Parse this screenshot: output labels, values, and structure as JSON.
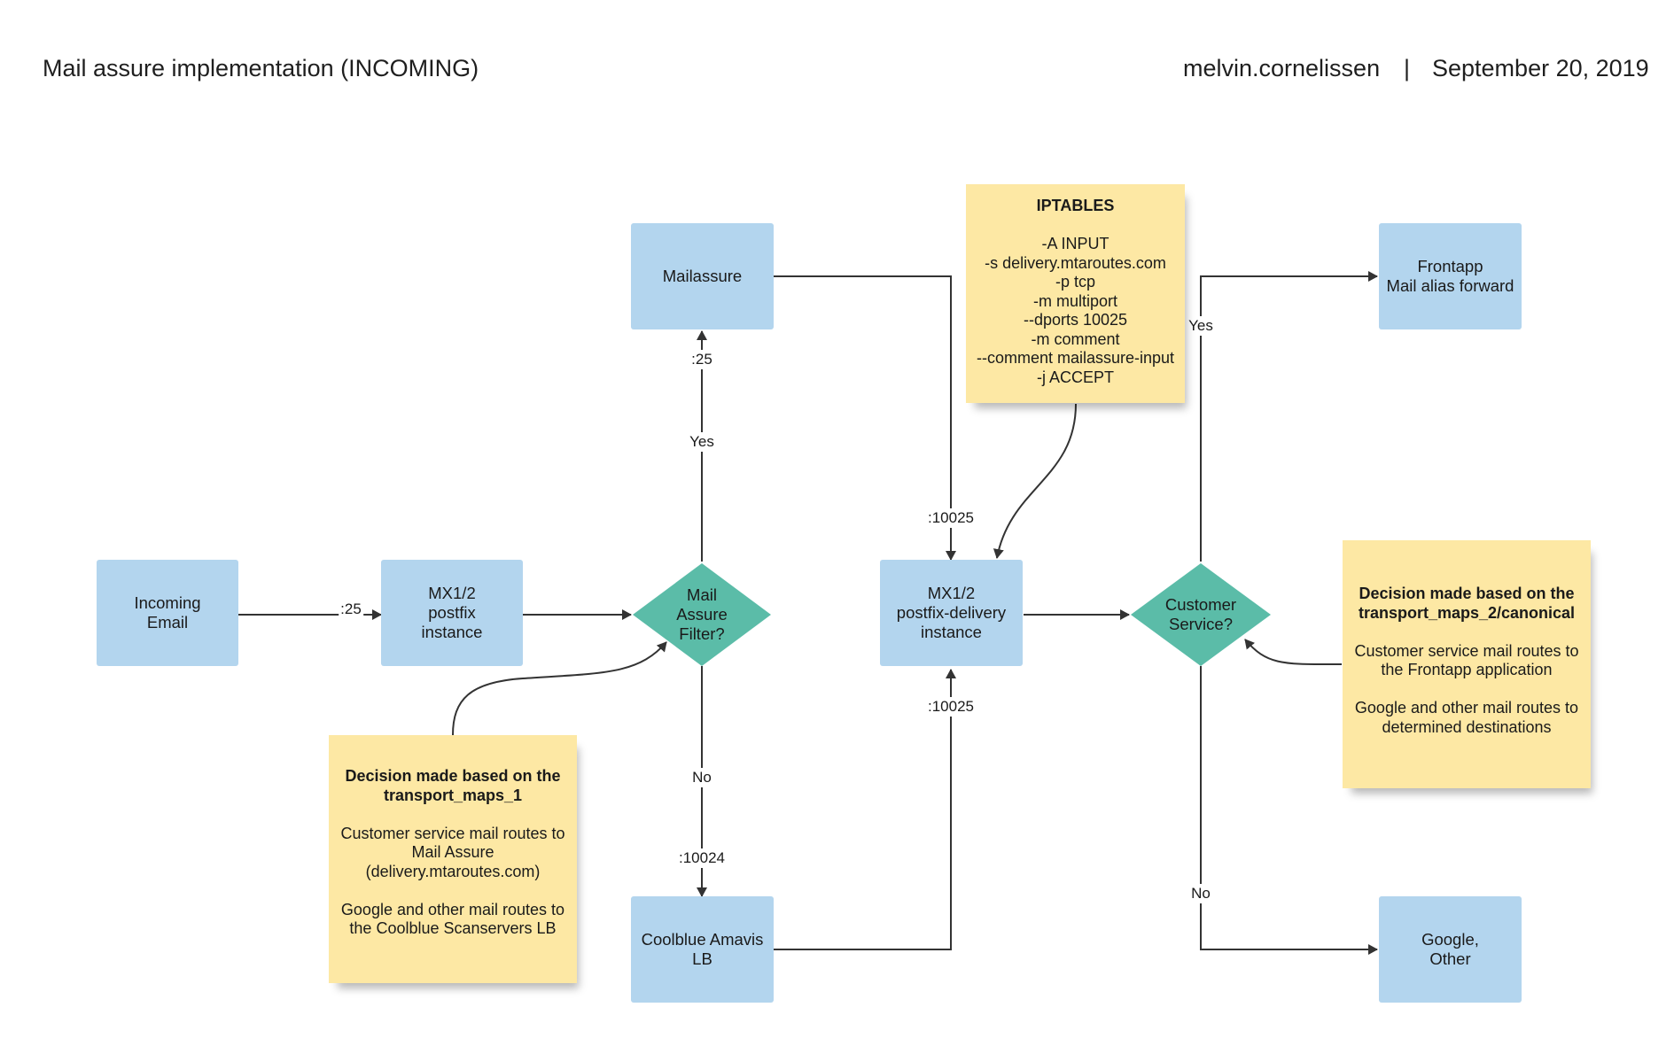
{
  "header": {
    "title": "Mail assure implementation (INCOMING)",
    "author": "melvin.cornelissen",
    "separator": "|",
    "date": "September 20, 2019"
  },
  "nodes": {
    "incoming_email": "Incoming\nEmail",
    "mx_postfix": "MX1/2\npostfix\ninstance",
    "mail_assure_filter": "Mail\nAssure\nFilter?",
    "mailassure": "Mailassure",
    "coolblue_amavis": "Coolblue Amavis\nLB",
    "mx_postfix_delivery": "MX1/2\npostfix-delivery\ninstance",
    "customer_service": "Customer\nService?",
    "frontapp": "Frontapp\nMail alias forward",
    "google_other": "Google,\nOther"
  },
  "edge_labels": {
    "port25_in": ":25",
    "port25_up": ":25",
    "yes_filter": "Yes",
    "no_filter": "No",
    "port10024": ":10024",
    "port10025_top": ":10025",
    "port10025_bottom": ":10025",
    "yes_cs": "Yes",
    "no_cs": "No"
  },
  "notes": {
    "iptables": {
      "title": "IPTABLES",
      "lines": [
        "-A INPUT",
        "-s delivery.mtaroutes.com",
        "-p tcp",
        "-m multiport",
        "--dports 10025",
        "-m comment",
        "--comment mailassure-input",
        "-j ACCEPT"
      ]
    },
    "transport1": {
      "title": "Decision made based on the\ntransport_maps_1",
      "para1": "Customer service mail routes to\nMail Assure\n(delivery.mtaroutes.com)",
      "para2": "Google and other mail routes to\nthe Coolblue Scanservers LB"
    },
    "transport2": {
      "title": "Decision made based on the\ntransport_maps_2/canonical",
      "para1": "Customer service mail routes to\nthe Frontapp application",
      "para2": "Google and other mail routes to\ndetermined destinations"
    }
  },
  "colors": {
    "process_box": "#b3d5ee",
    "decision": "#5bbca8",
    "note": "#fde8a4",
    "line": "#333333"
  }
}
